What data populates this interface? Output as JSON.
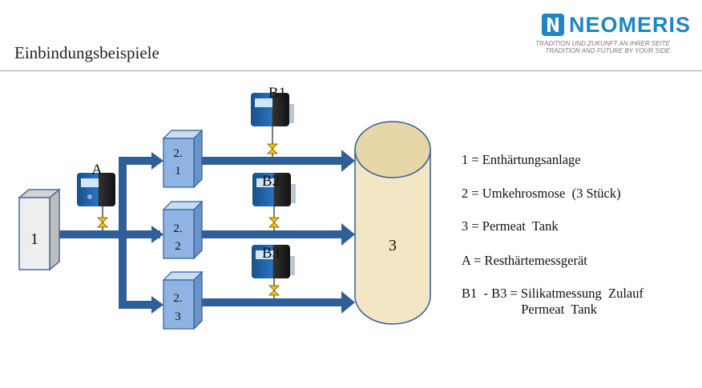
{
  "title": "Einbindungsbeispiele",
  "logo": {
    "name": "NEOMERIS",
    "tagline_de": "TRADITION UND ZUKUNFT AN IHRER SEITE",
    "tagline_en": "TRADITION AND FUTURE BY YOUR SIDE"
  },
  "diagram": {
    "softener_label": "1",
    "ro_units": [
      {
        "line1": "2.",
        "line2": "1"
      },
      {
        "line1": "2.",
        "line2": "2"
      },
      {
        "line1": "2.",
        "line2": "3"
      }
    ],
    "tank_label": "3",
    "meter_a_label": "A",
    "silicate_labels": [
      "B1",
      "B2",
      "B3"
    ]
  },
  "legend": [
    "1 = Enthärtungsanlage",
    "2 = Umkehrosmose  (3 Stück)",
    "3 = Permeat  Tank",
    "A = Resthärtemessgerät",
    "B1  - B3 = Silikatmessung  Zulauf",
    "                  Permeat  Tank"
  ],
  "colors": {
    "pipe": "#2f5f97",
    "box_face": "#8fb4e3",
    "tank_fill": "#f3e6c4",
    "valve": "#ffc000",
    "brand": "#1d86c6"
  }
}
